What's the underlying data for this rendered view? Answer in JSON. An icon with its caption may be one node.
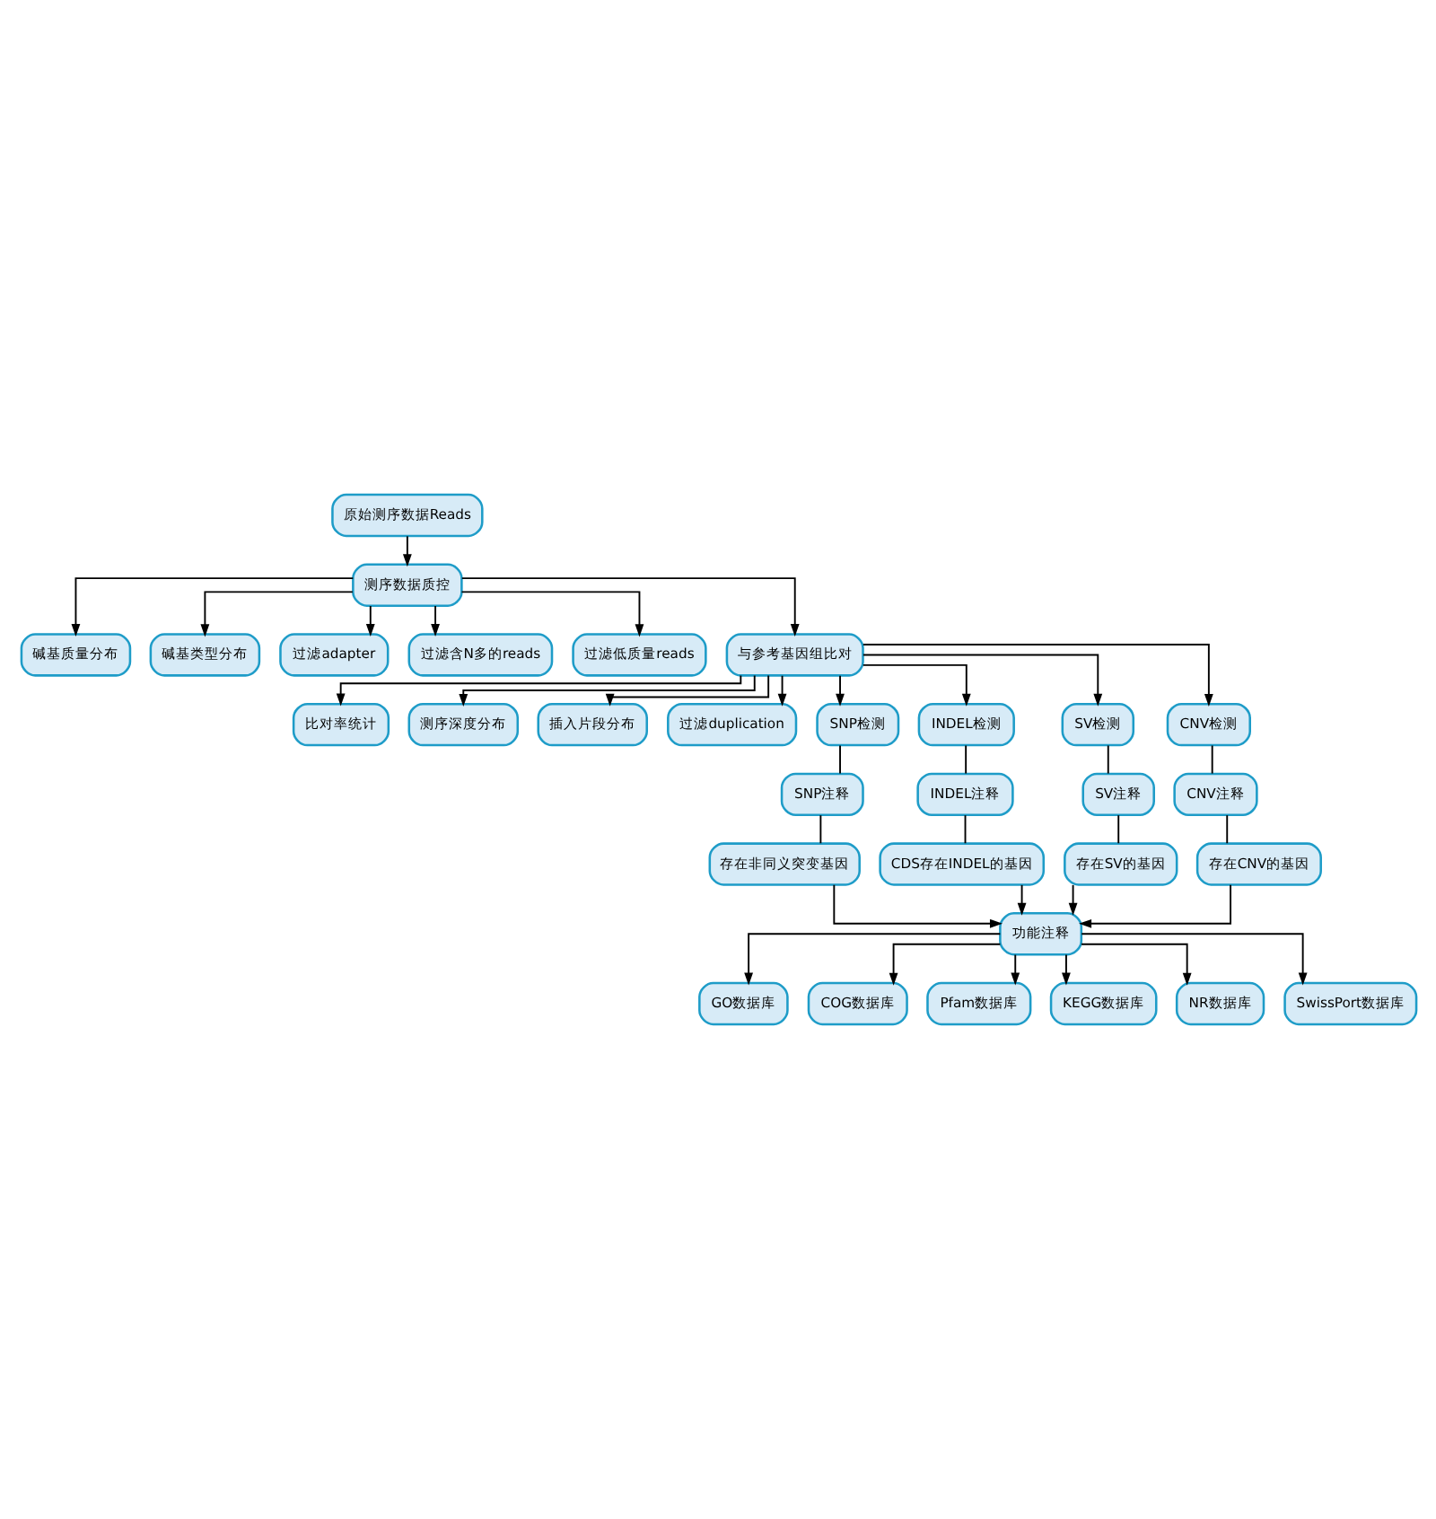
{
  "diagram": {
    "nodes": [
      {
        "text": [
          "原始测序数据Reads"
        ]
      },
      {
        "text": [
          "测序数据质控"
        ]
      },
      {
        "text": [
          "碱基质量分布"
        ]
      },
      {
        "text": [
          "碱基类型分布"
        ]
      },
      {
        "text": [
          "过滤adapter"
        ]
      },
      {
        "text": [
          "过滤含N多的reads"
        ]
      },
      {
        "text": [
          "过滤低质量reads"
        ]
      },
      {
        "text": [
          "与参考基因组比对"
        ]
      },
      {
        "text": [
          "比对率统计"
        ]
      },
      {
        "text": [
          "测序深度分布"
        ]
      },
      {
        "text": [
          "插入片段分布"
        ]
      },
      {
        "text": [
          "过滤duplication"
        ]
      },
      {
        "text": [
          "SNP检测"
        ]
      },
      {
        "text": [
          "INDEL检测"
        ]
      },
      {
        "text": [
          "SV检测"
        ]
      },
      {
        "text": [
          "CNV检测"
        ]
      },
      {
        "text": [
          "SNP注释"
        ]
      },
      {
        "text": [
          "INDEL注释"
        ]
      },
      {
        "text": [
          "SV注释"
        ]
      },
      {
        "text": [
          "CNV注释"
        ]
      },
      {
        "text": [
          "存在非同义突变基因"
        ]
      },
      {
        "text": [
          "CDS存在INDEL的基因"
        ]
      },
      {
        "text": [
          "存在SV的基因"
        ]
      },
      {
        "text": [
          "存在CNV的基因"
        ]
      },
      {
        "text": [
          "功能注释"
        ]
      },
      {
        "text": [
          "GO数据库"
        ]
      },
      {
        "text": [
          "COG数据库"
        ]
      },
      {
        "text": [
          "Pfam数据库"
        ]
      },
      {
        "text": [
          "KEGG数据库"
        ]
      },
      {
        "text": [
          "NR数据库"
        ]
      },
      {
        "text": [
          "SwissPort数据库"
        ]
      }
    ],
    "edges": [
      {
        "from": 0,
        "to": 1,
        "arrow": "to"
      },
      {
        "from": 1,
        "to": 2,
        "arrow": "to"
      },
      {
        "from": 1,
        "to": 3,
        "arrow": "to"
      },
      {
        "from": 1,
        "to": 4,
        "arrow": "to"
      },
      {
        "from": 1,
        "to": 5,
        "arrow": "to"
      },
      {
        "from": 1,
        "to": 6,
        "arrow": "to"
      },
      {
        "from": 1,
        "to": 7,
        "arrow": "to"
      },
      {
        "from": 7,
        "to": 8,
        "arrow": "to"
      },
      {
        "from": 7,
        "to": 9,
        "arrow": "to"
      },
      {
        "from": 7,
        "to": 10,
        "arrow": "to"
      },
      {
        "from": 7,
        "to": 11,
        "arrow": "to"
      },
      {
        "from": 7,
        "to": 12,
        "arrow": "to"
      },
      {
        "from": 7,
        "to": 13,
        "arrow": "to"
      },
      {
        "from": 7,
        "to": 14,
        "arrow": "to"
      },
      {
        "from": 7,
        "to": 15,
        "arrow": "to"
      },
      {
        "from": 12,
        "to": 16,
        "arrow": "none"
      },
      {
        "from": 13,
        "to": 17,
        "arrow": "none"
      },
      {
        "from": 14,
        "to": 18,
        "arrow": "none"
      },
      {
        "from": 15,
        "to": 19,
        "arrow": "none"
      },
      {
        "from": 16,
        "to": 20,
        "arrow": "none"
      },
      {
        "from": 17,
        "to": 21,
        "arrow": "none"
      },
      {
        "from": 18,
        "to": 22,
        "arrow": "none"
      },
      {
        "from": 19,
        "to": 23,
        "arrow": "none"
      },
      {
        "from": 20,
        "to": 24,
        "arrow": "to"
      },
      {
        "from": 21,
        "to": 24,
        "arrow": "to"
      },
      {
        "from": 22,
        "to": 24,
        "arrow": "to"
      },
      {
        "from": 23,
        "to": 24,
        "arrow": "to"
      },
      {
        "from": 24,
        "to": 25,
        "arrow": "to"
      },
      {
        "from": 24,
        "to": 26,
        "arrow": "to"
      },
      {
        "from": 24,
        "to": 27,
        "arrow": "to"
      },
      {
        "from": 24,
        "to": 28,
        "arrow": "to"
      },
      {
        "from": 24,
        "to": 29,
        "arrow": "to"
      },
      {
        "from": 24,
        "to": 30,
        "arrow": "to"
      }
    ]
  }
}
